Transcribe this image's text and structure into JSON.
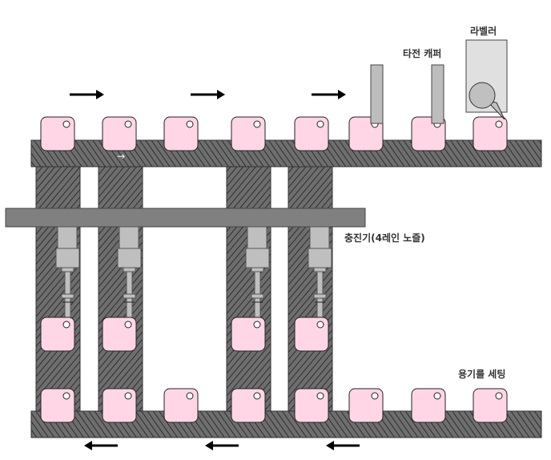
{
  "diagram": {
    "title": "Bottle filling line",
    "labels": {
      "labeler": "라벨러",
      "capper": "타전 캐퍼",
      "filler": "충진기(4레인 노즐)",
      "container_setting": "용기를 세팅"
    },
    "flow": {
      "top_direction": "right",
      "bottom_direction": "left",
      "small_arrow": "→"
    },
    "counts": {
      "top_containers": 8,
      "bottom_containers": 8,
      "filling_lanes": 4,
      "cappers": 2
    },
    "colors": {
      "container_fill": "#ffd6e6",
      "belt_fill": "#6e6e6e",
      "hatch_line": "#222222",
      "filler_bar": "#808080",
      "nozzle_body": "#bfbfbf",
      "capper_rod": "#bdbdbd",
      "labeler_box": "#e0e0e0",
      "labeler_roll": "#c0c0c0",
      "arrow": "#000000"
    }
  }
}
